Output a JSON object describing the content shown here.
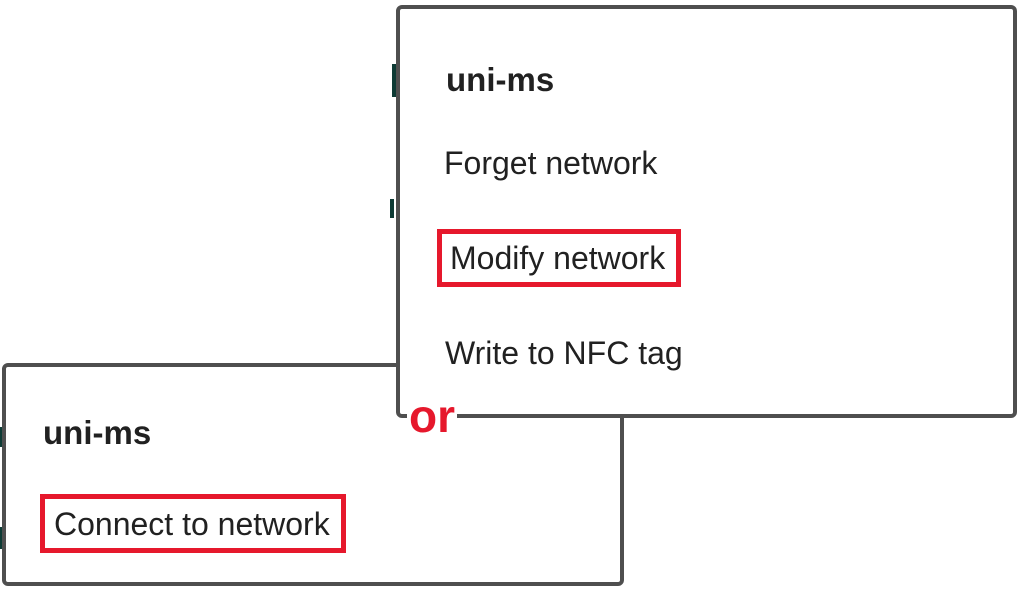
{
  "colors": {
    "highlight_red": "#e6182c",
    "dialog_border": "#4f4f4f",
    "text": "#212121",
    "background_sliver_teal": "#0e3b35"
  },
  "annotation": {
    "or_label": "or"
  },
  "dialogs": [
    {
      "id": "network-options-dialog",
      "title": "uni-ms",
      "items": [
        {
          "label": "Forget network",
          "highlighted": false
        },
        {
          "label": "Modify network",
          "highlighted": true
        },
        {
          "label": "Write to NFC tag",
          "highlighted": false
        }
      ]
    },
    {
      "id": "network-connect-dialog",
      "title": "uni-ms",
      "items": [
        {
          "label": "Connect to network",
          "highlighted": true
        }
      ]
    }
  ]
}
